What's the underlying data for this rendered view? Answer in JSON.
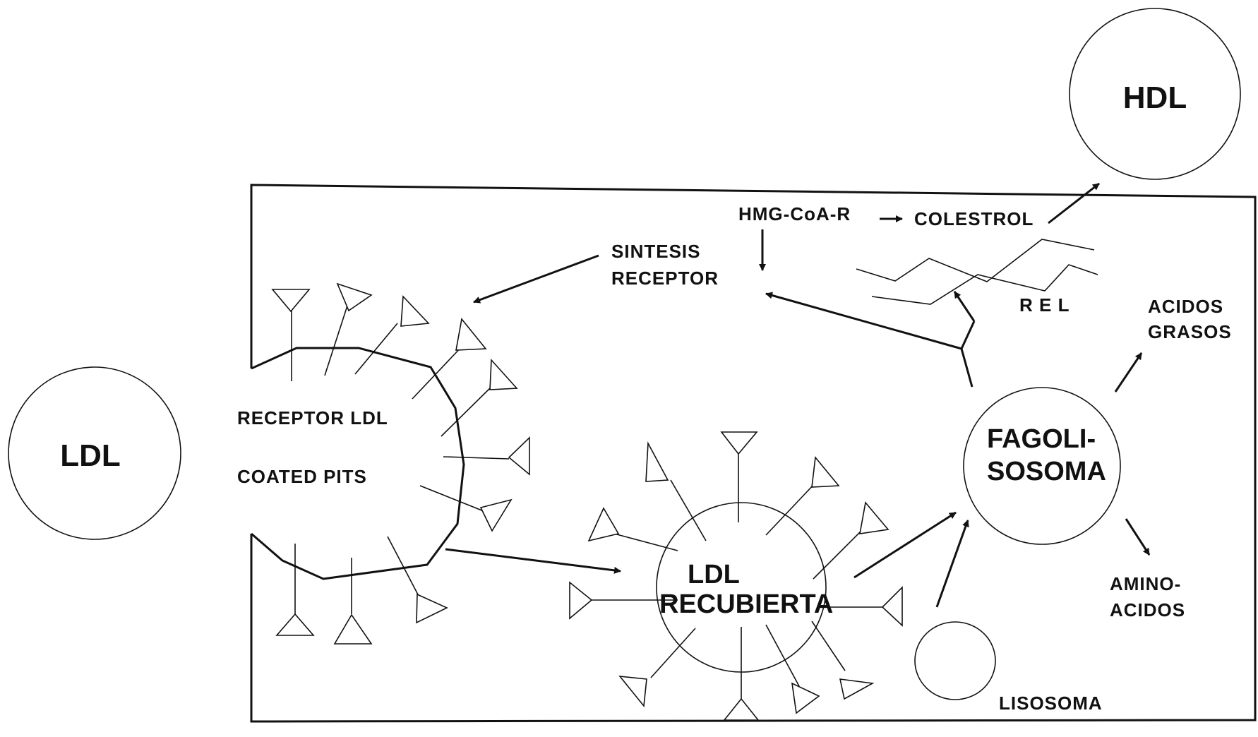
{
  "labels": {
    "hdl": "HDL",
    "ldl": "LDL",
    "hmg": "HMG-CoA-R",
    "colestrol": "COLESTROL",
    "sintesis": "SINTESIS",
    "receptor": "RECEPTOR",
    "rel": "R E L",
    "acidos": "ACIDOS",
    "grasos": "GRASOS",
    "receptor_ldl": "RECEPTOR LDL",
    "coated_pits": "COATED PITS",
    "fagoli": "FAGOLI-",
    "sosoma": "SOSOMA",
    "ldl_rec_1": "LDL",
    "ldl_rec_2": "RECUBIERTA",
    "amino": "AMINO-",
    "amino_acidos": "ACIDOS",
    "lisosoma": "LISOSOMA"
  }
}
